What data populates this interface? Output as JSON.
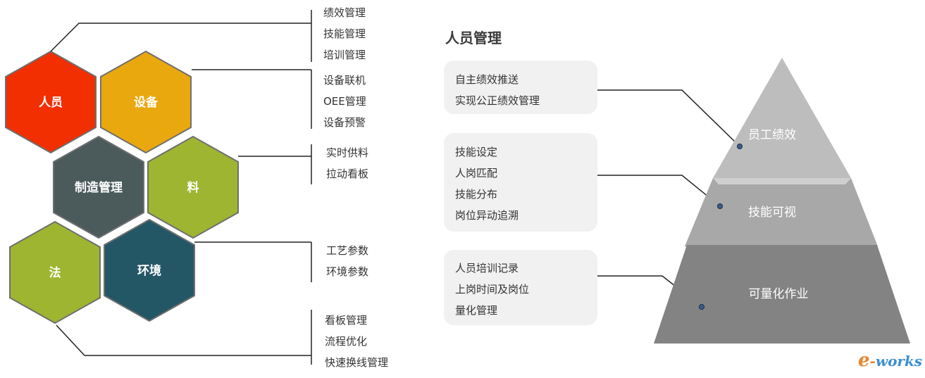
{
  "colors": {
    "people": "#f12f00",
    "equipment": "#e9a80d",
    "manufacturing": "#4b5b5c",
    "material": "#9eb531",
    "method": "#9eb531",
    "environment": "#245766",
    "pyramid_top": "#bdbdbd",
    "pyramid_mid": "#a8a8a8",
    "pyramid_bottom": "#838383",
    "callout_bg": "#f1f1f1",
    "logo_orange": "#e8852e",
    "logo_blue": "#3b8fd0"
  },
  "hexagons": {
    "people": "人员",
    "equipment": "设备",
    "manufacturing": "制造管理",
    "material": "料",
    "method": "法",
    "environment": "环境"
  },
  "lists": {
    "people": [
      "绩效管理",
      "技能管理",
      "培训管理"
    ],
    "equipment": [
      "设备联机",
      "OEE管理",
      "设备预警"
    ],
    "material": [
      "实时供料",
      "拉动看板"
    ],
    "environment": [
      "工艺参数",
      "环境参数"
    ],
    "method": [
      "看板管理",
      "流程优化",
      "快速换线管理"
    ]
  },
  "title": "人员管理",
  "callouts": {
    "performance": [
      "自主绩效推送",
      "实现公正绩效管理"
    ],
    "skills": [
      "技能设定",
      "人岗匹配",
      "技能分布",
      "岗位异动追溯"
    ],
    "training": [
      "人员培训记录",
      "上岗时间及岗位",
      "量化管理"
    ]
  },
  "pyramid": {
    "top": "员工绩效",
    "middle": "技能可视",
    "bottom": "可量化作业"
  },
  "logo": {
    "e": "e",
    "dash": "-",
    "rest": "works"
  }
}
